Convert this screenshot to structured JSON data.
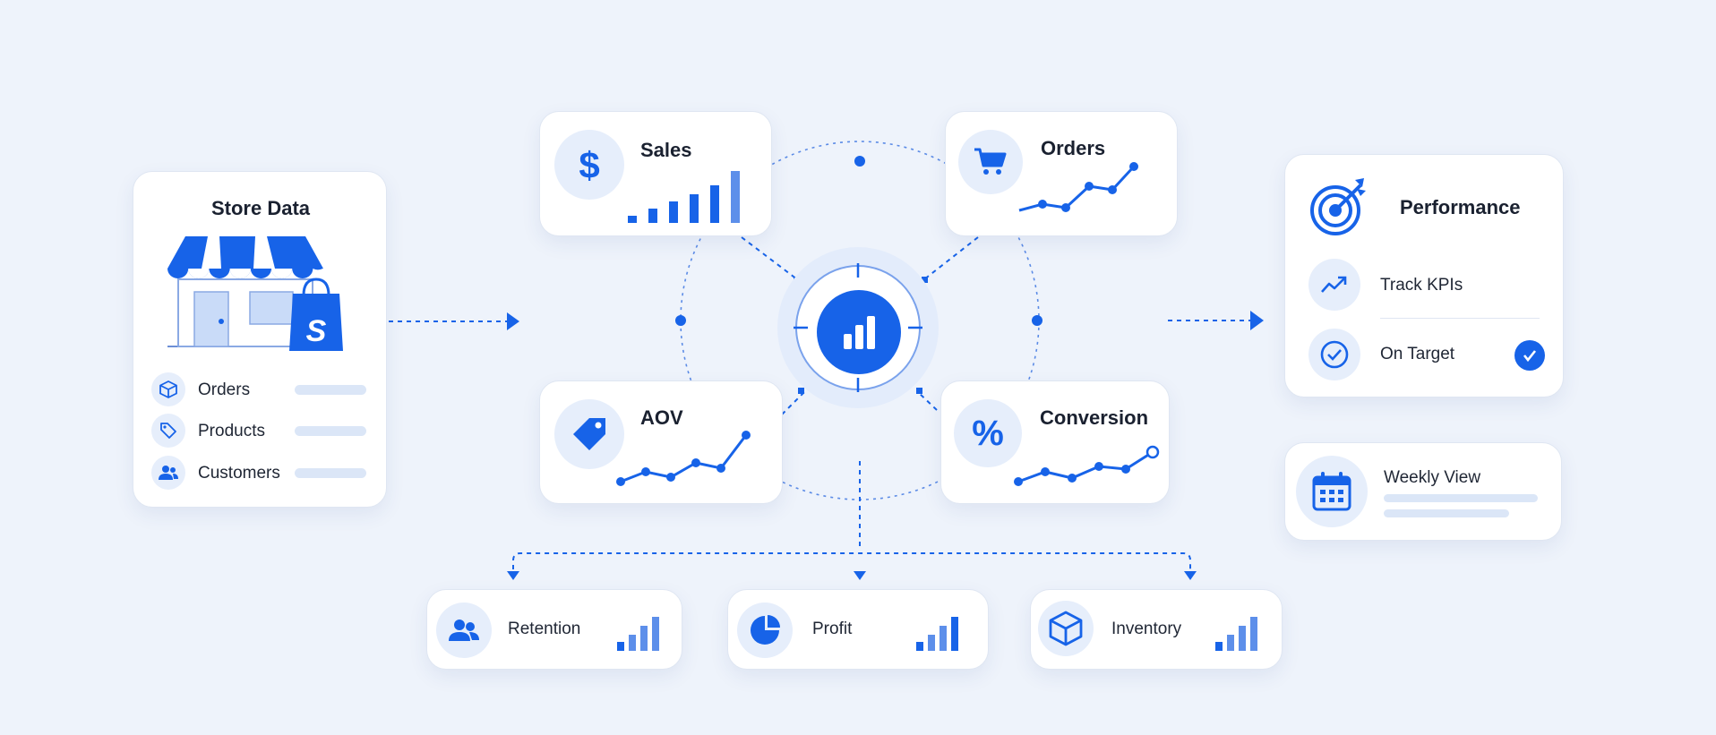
{
  "store": {
    "title": "Store Data",
    "items": [
      {
        "label": "Orders",
        "icon": "box-icon"
      },
      {
        "label": "Products",
        "icon": "tag-icon"
      },
      {
        "label": "Customers",
        "icon": "users-icon"
      }
    ]
  },
  "metrics": {
    "sales": {
      "label": "Sales",
      "icon": "dollar-icon"
    },
    "orders": {
      "label": "Orders",
      "icon": "cart-icon"
    },
    "aov": {
      "label": "AOV",
      "icon": "price-tag-icon"
    },
    "conversion": {
      "label": "Conversion",
      "icon": "percent-icon",
      "symbol": "%"
    }
  },
  "center": {
    "icon": "bar-chart-icon"
  },
  "performance": {
    "title": "Performance",
    "items": [
      {
        "label": "Track KPIs",
        "icon": "trend-up-icon"
      },
      {
        "label": "On Target",
        "icon": "check-circle-icon"
      }
    ]
  },
  "weekly": {
    "label": "Weekly View",
    "icon": "calendar-icon"
  },
  "bottom": [
    {
      "label": "Retention",
      "icon": "users-icon"
    },
    {
      "label": "Profit",
      "icon": "pie-chart-icon"
    },
    {
      "label": "Inventory",
      "icon": "cube-icon"
    }
  ],
  "colors": {
    "accent": "#1763e8",
    "light": "#e6eefb",
    "background": "#eef3fb"
  }
}
